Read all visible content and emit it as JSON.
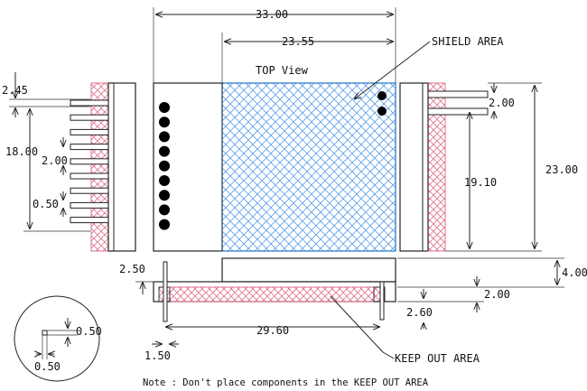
{
  "dimensions": {
    "overall_width": "33.00",
    "shield_width": "23.55",
    "pin_offset_left": "2.45",
    "pin_span_left": "18.00",
    "pin_pitch_left": "2.00",
    "pin_width_left": "0.50",
    "pin_pitch_right": "2.00",
    "pin_span_right": "19.10",
    "overall_height": "23.00",
    "side_height": "4.00",
    "board_thickness": "2.00",
    "pin_length": "2.50",
    "pin_base_offset": "2.60",
    "pin_row_span": "29.60",
    "pin_inset": "1.50",
    "detail_pin_w": "0.50",
    "detail_pin_h": "0.50"
  },
  "labels": {
    "top_view": "TOP View",
    "shield_area": "SHIELD AREA",
    "keep_out_area": "KEEP OUT AREA",
    "note": "Note : Don't place components in the KEEP OUT AREA"
  },
  "colors": {
    "shield_hatch": "#3d8ee6",
    "keepout_hatch": "#e0708a",
    "outline": "#222222"
  }
}
